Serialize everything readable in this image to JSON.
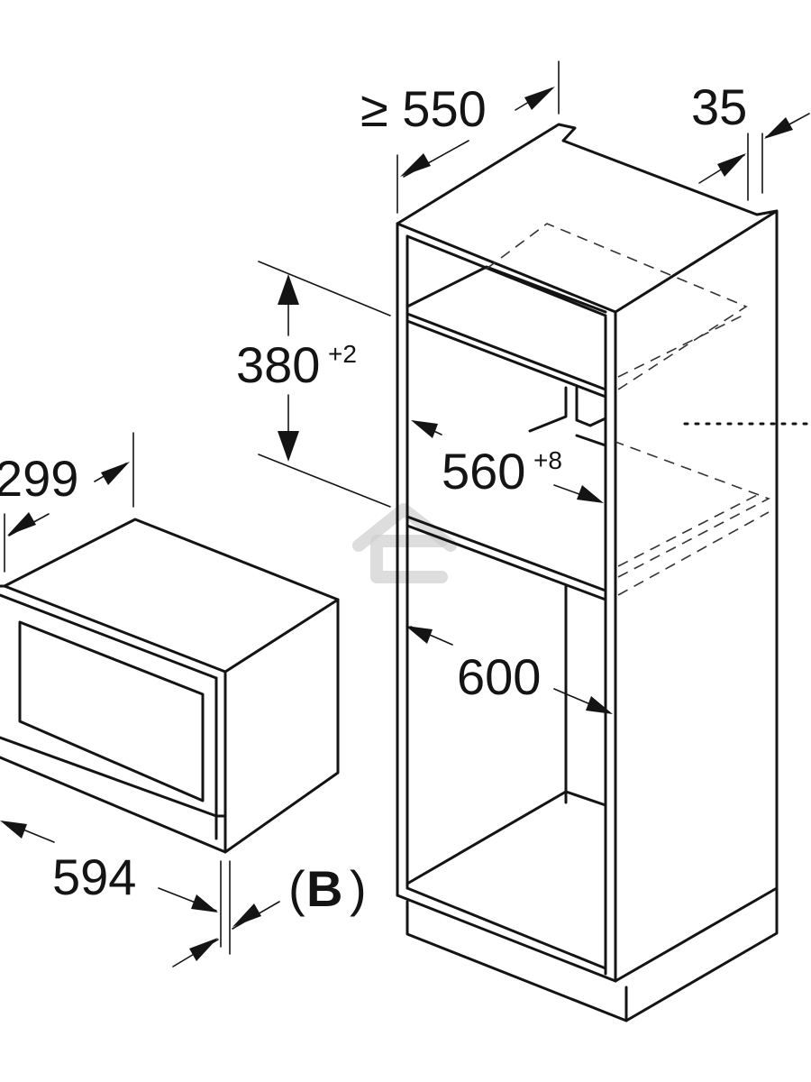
{
  "dimensions": {
    "cabinet_depth": "≥ 550",
    "side_gap": "35",
    "niche_height": "380",
    "niche_height_tol": "+2",
    "niche_width": "560",
    "niche_width_tol": "+8",
    "cabinet_width": "600",
    "appliance_height": "299",
    "appliance_width": "594",
    "appliance_label_open": "(",
    "appliance_label_letter": "B",
    "appliance_label_close": ")"
  },
  "icons": {
    "watermark": "house-logo-icon"
  }
}
